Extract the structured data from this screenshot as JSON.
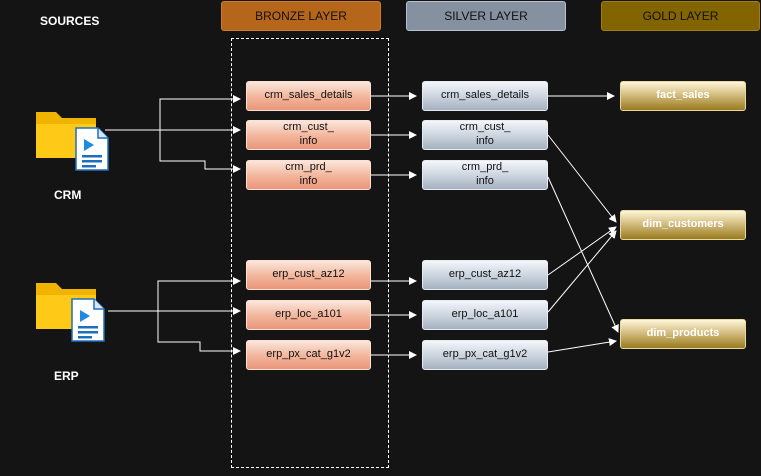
{
  "headers": {
    "sources": "SOURCES",
    "bronze": "BRONZE LAYER",
    "silver": "SILVER LAYER",
    "gold": "GOLD LAYER"
  },
  "sources": {
    "crm": "CRM",
    "erp": "ERP"
  },
  "bronze": [
    "crm_sales_details",
    "crm_cust_\ninfo",
    "crm_prd_\ninfo",
    "erp_cust_az12",
    "erp_loc_a101",
    "erp_px_cat_g1v2"
  ],
  "silver": [
    "crm_sales_details",
    "crm_cust_\ninfo",
    "crm_prd_\ninfo",
    "erp_cust_az12",
    "erp_loc_a101",
    "erp_px_cat_g1v2"
  ],
  "gold": [
    "fact_sales",
    "dim_customers",
    "dim_products"
  ],
  "colors": {
    "bronze": "#b5661a",
    "silver": "#8591a0",
    "gold": "#826400",
    "background": "#141414"
  }
}
